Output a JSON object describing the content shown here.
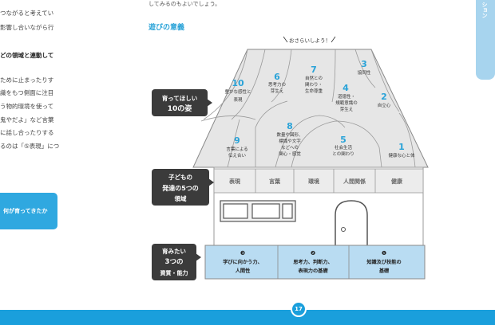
{
  "left_column": {
    "lines": [
      "つながると考えてい",
      "影響し合いながら行",
      "どの領域と連動して",
      "ために止まったりす",
      "識をもつ側面に注目",
      "う物的環境を使って",
      "鬼やだよ」など言葉",
      "に話し合ったりする",
      "るのは「⑤表現」につ"
    ],
    "box_label": "何が育ってきたか"
  },
  "top_text": "してみるのもよいでしょう。",
  "section_heading": "遊びの意義",
  "side_tab_text": "ション",
  "page_number": "17",
  "diagram": {
    "banner": "おさらいしよう！",
    "labels": {
      "ten": [
        "育ってほしい",
        "10の姿"
      ],
      "five": [
        "子どもの",
        "発達の5つの",
        "領域"
      ],
      "three": [
        "育みたい",
        "3つの",
        "資質・能力"
      ]
    },
    "roof_items": [
      {
        "num": "1",
        "lines": [
          "健康な心と体"
        ]
      },
      {
        "num": "2",
        "lines": [
          "自立心"
        ]
      },
      {
        "num": "3",
        "lines": [
          "協同性"
        ]
      },
      {
        "num": "4",
        "lines": [
          "道徳性・",
          "規範意識の",
          "芽生え"
        ]
      },
      {
        "num": "5",
        "lines": [
          "社会生活",
          "との関わり"
        ]
      },
      {
        "num": "6",
        "lines": [
          "思考力の",
          "芽生え"
        ]
      },
      {
        "num": "7",
        "lines": [
          "自然との",
          "関わり・",
          "生命尊重"
        ]
      },
      {
        "num": "8",
        "lines": [
          "数量や図形、",
          "標識や文字",
          "などへの",
          "関心・感覚"
        ]
      },
      {
        "num": "9",
        "lines": [
          "言葉による",
          "伝え合い"
        ]
      },
      {
        "num": "10",
        "lines": [
          "豊かな感性と",
          "表現"
        ]
      }
    ],
    "domains": [
      "表現",
      "言葉",
      "環境",
      "人間関係",
      "健康"
    ],
    "abilities": [
      {
        "num": "❸",
        "lines": [
          "学びに向かう力、",
          "人間性"
        ]
      },
      {
        "num": "❷",
        "lines": [
          "思考力、判断力、",
          "表現力の基礎"
        ]
      },
      {
        "num": "❶",
        "lines": [
          "知識及び技能の",
          "基礎"
        ]
      }
    ]
  },
  "colors": {
    "accent": "#2aa3d8",
    "footer": "#1a9fdc",
    "roof": "#e6e6e6",
    "base": "#b9dcf2",
    "label_bg": "#3b3b3b"
  }
}
